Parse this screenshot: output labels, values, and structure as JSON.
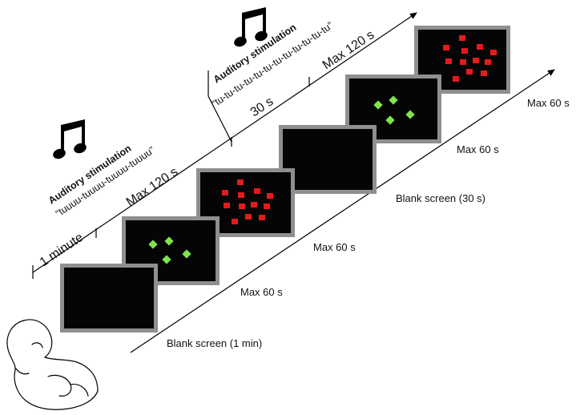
{
  "diagram": {
    "lower_timeline_labels": {
      "blank_1": "Blank screen (1 min)",
      "max_a": "Max 60 s",
      "max_b": "Max 60 s",
      "blank_2": "Blank screen (30 s)",
      "max_c": "Max 60 s",
      "max_d": "Max 60 s"
    },
    "upper_timeline_labels": {
      "one_minute": "1 minute",
      "max_120_first": "Max 120 s",
      "thirty_s": "30 s",
      "max_120_second": "Max 120 s"
    },
    "stimulation": [
      {
        "title": "Auditory stimulation",
        "sound": "“tuuuu-tuuuu-tuuuu-tuuuu”"
      },
      {
        "title": "Auditory stimulation",
        "sound": "“tu-tu-tu-tu-tu-tu-tu-tu-tu-tu-tu-tu”"
      }
    ],
    "icons": {
      "music_note": "music-note-icon",
      "infant": "infant-icon"
    },
    "colors": {
      "screen": "#050505",
      "frame": "#8f8f8f",
      "green_stimulus": "#7fe34f",
      "red_stimulus": "#e51b1b"
    },
    "screens": [
      {
        "content": "blank"
      },
      {
        "content": "four-green-diamonds",
        "count": 4
      },
      {
        "content": "twelve-red-squares",
        "count": 12
      },
      {
        "content": "blank"
      },
      {
        "content": "four-green-diamonds",
        "count": 4
      },
      {
        "content": "twelve-red-squares",
        "count": 12
      }
    ]
  }
}
